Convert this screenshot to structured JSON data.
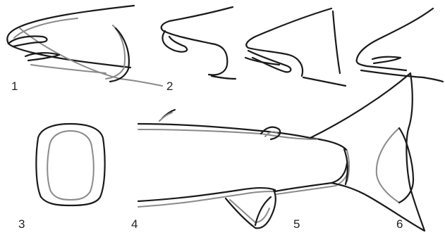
{
  "figures": [
    {
      "id": "1",
      "label": "1",
      "subject": "snout-dorsal-outline"
    },
    {
      "id": "2",
      "label": "2",
      "subject": "snout-lateral-variants"
    },
    {
      "id": "3",
      "label": "3",
      "subject": "cross-section"
    },
    {
      "id": "4",
      "label": "4",
      "subject": "caudal-peduncle-lateral"
    },
    {
      "id": "5",
      "label": "5",
      "subject": "anal-and-adipose-fins"
    },
    {
      "id": "6",
      "label": "6",
      "subject": "caudal-fin"
    }
  ],
  "colors": {
    "ink": "#1a1a1a",
    "secondary_line": "#8a8a8a",
    "background": "#ffffff"
  }
}
